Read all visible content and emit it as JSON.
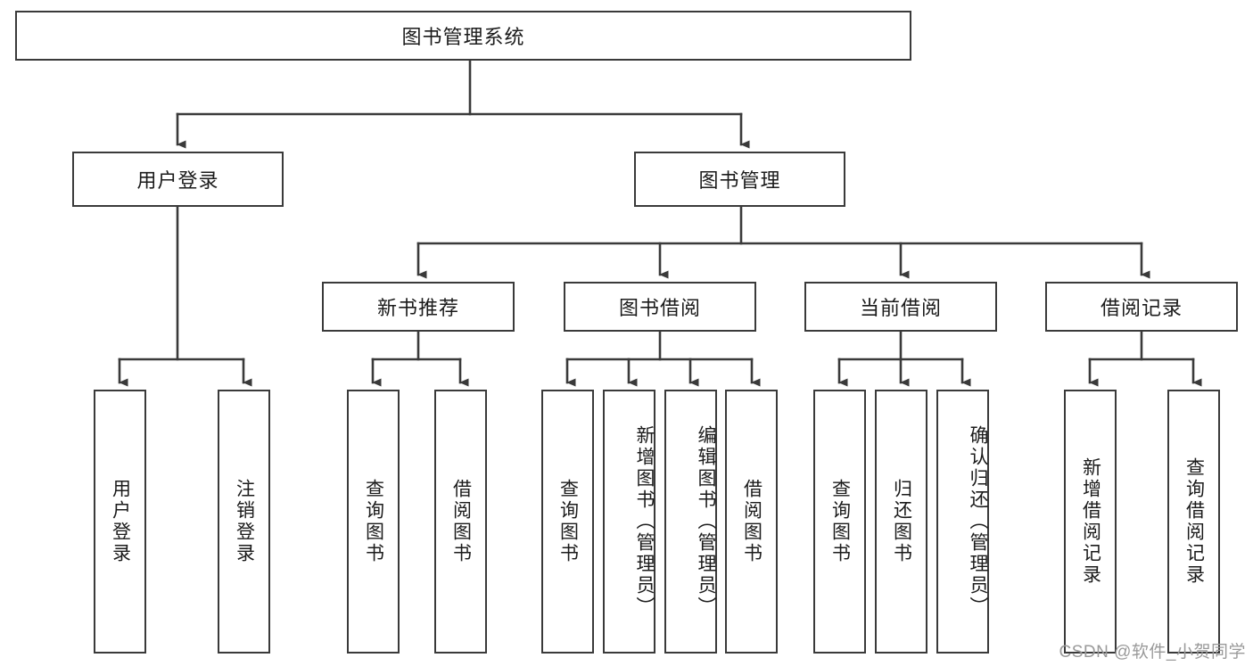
{
  "diagram": {
    "title": "图书管理系统",
    "type": "tree",
    "watermark": "CSDN @软件_小贺同学",
    "root": {
      "label": "图书管理系统"
    },
    "level2": [
      {
        "label": "用户登录"
      },
      {
        "label": "图书管理"
      }
    ],
    "level3": [
      {
        "label": "新书推荐"
      },
      {
        "label": "图书借阅"
      },
      {
        "label": "当前借阅"
      },
      {
        "label": "借阅记录"
      }
    ],
    "leaves": {
      "user_login": [
        {
          "label": "用户登录"
        },
        {
          "label": "注销登录"
        }
      ],
      "new_book": [
        {
          "label": "查询图书"
        },
        {
          "label": "借阅图书"
        }
      ],
      "book_borrow": [
        {
          "label": "查询图书"
        },
        {
          "label": "新增图书（管理员）"
        },
        {
          "label": "编辑图书（管理员）"
        },
        {
          "label": "借阅图书"
        }
      ],
      "current_borrow": [
        {
          "label": "查询图书"
        },
        {
          "label": "归还图书"
        },
        {
          "label": "确认归还（管理员）"
        }
      ],
      "borrow_record": [
        {
          "label": "新增借阅记录"
        },
        {
          "label": "查询借阅记录"
        }
      ]
    },
    "colors": {
      "stroke": "#3a3a3a",
      "fill": "#ffffff",
      "text": "#1b1b1b",
      "watermark": "#9a9a9a"
    }
  }
}
